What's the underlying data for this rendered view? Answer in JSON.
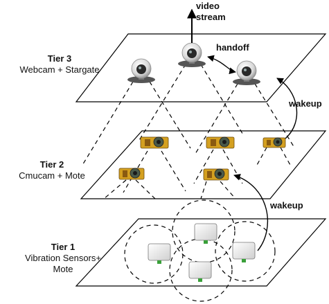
{
  "annotations": {
    "video_stream_line1": "video",
    "video_stream_line2": "stream",
    "handoff": "handoff",
    "wakeup_upper": "wakeup",
    "wakeup_lower": "wakeup"
  },
  "tiers": [
    {
      "title": "Tier 3",
      "subtitle": "Webcam + Stargate"
    },
    {
      "title": "Tier 2",
      "subtitle": "Cmucam + Mote"
    },
    {
      "title": "Tier 1",
      "subtitle_line1": "Vibration Sensors+",
      "subtitle_line2": "Mote"
    }
  ],
  "colors": {
    "line": "#000000",
    "webcam_body": "#e8e8e8",
    "webcam_lens": "#2a2a2a",
    "mote_board": "#d4a020",
    "mote_camera": "#4a5a4a",
    "sensor_box": "#efefef",
    "sensor_led": "#3aa03a"
  },
  "icons": {
    "tier3_device": "webcam-icon",
    "tier2_device": "cmucam-mote-icon",
    "tier1_device": "vibration-sensor-icon"
  }
}
